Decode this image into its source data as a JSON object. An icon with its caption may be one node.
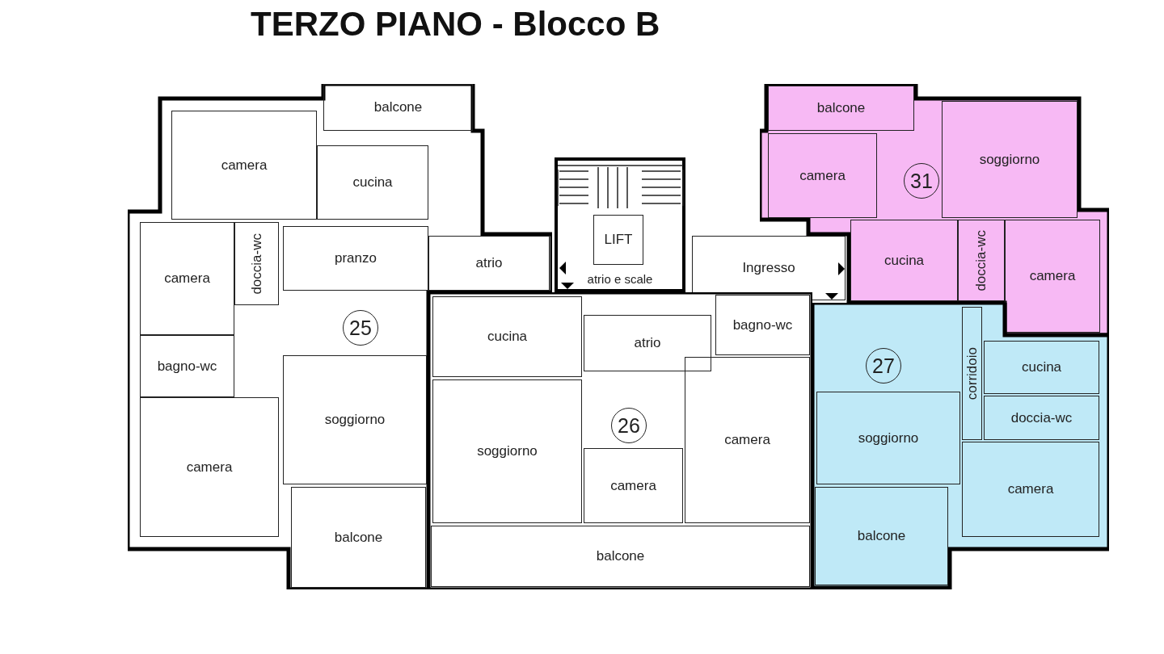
{
  "diagram": {
    "title": "TERZO PIANO - Blocco B",
    "nodes": [
      {
        "text": [],
        "shape": "box"
      },
      {
        "text": [
          "balcone"
        ],
        "in": 0
      },
      {
        "text": [
          "camera"
        ],
        "in": 0
      },
      {
        "text": [
          "cucina"
        ],
        "in": 0
      },
      {
        "text": [
          "camera"
        ],
        "in": 0
      },
      {
        "text": [
          "doccia-wc"
        ],
        "in": 0
      },
      {
        "text": [
          "pranzo"
        ],
        "in": 0
      },
      {
        "text": [
          "atrio"
        ],
        "in": 0
      },
      {
        "text": [
          "25"
        ],
        "in": 0
      },
      {
        "text": [
          "bagno-wc"
        ],
        "in": 0
      },
      {
        "text": [
          "soggiorno"
        ],
        "in": 0
      },
      {
        "text": [
          "camera"
        ],
        "in": 0
      },
      {
        "text": [
          "balcone"
        ],
        "in": 0
      },
      {
        "text": [
          "atrio e scale"
        ]
      },
      {
        "text": [
          "LIFT"
        ],
        "in": 13
      },
      {
        "text": [
          "Ingresso"
        ]
      },
      {
        "text": [],
        "shape": "box"
      },
      {
        "text": [
          "balcone"
        ],
        "in": 16
      },
      {
        "text": [
          "camera"
        ],
        "in": 16
      },
      {
        "text": [
          "31"
        ],
        "in": 16
      },
      {
        "text": [
          "soggiorno"
        ],
        "in": 16
      },
      {
        "text": [
          "cucina"
        ],
        "in": 16
      },
      {
        "text": [
          "doccia-wc"
        ],
        "in": 16
      },
      {
        "text": [
          "camera"
        ],
        "in": 16
      },
      {
        "text": [],
        "shape": "box"
      },
      {
        "text": [
          "cucina"
        ],
        "in": 24
      },
      {
        "text": [
          "atrio"
        ],
        "in": 24
      },
      {
        "text": [
          "bagno-wc"
        ],
        "in": 24
      },
      {
        "text": [
          "soggiorno"
        ],
        "in": 24
      },
      {
        "text": [
          "camera"
        ],
        "in": 24
      },
      {
        "text": [
          "26"
        ],
        "in": 24
      },
      {
        "text": [
          "camera"
        ],
        "in": 24
      },
      {
        "text": [
          "balcone"
        ],
        "in": 24
      },
      {
        "text": [],
        "shape": "box"
      },
      {
        "text": [
          "soggiorno"
        ],
        "in": 33
      },
      {
        "text": [
          "27"
        ],
        "in": 33
      },
      {
        "text": [
          "corridoio"
        ],
        "in": 33
      },
      {
        "text": [
          "cucina"
        ],
        "in": 33
      },
      {
        "text": [
          "doccia-wc"
        ],
        "in": 33
      },
      {
        "text": [
          "camera"
        ],
        "in": 33
      },
      {
        "text": [
          "balcone"
        ],
        "in": 33
      }
    ],
    "edges": []
  }
}
